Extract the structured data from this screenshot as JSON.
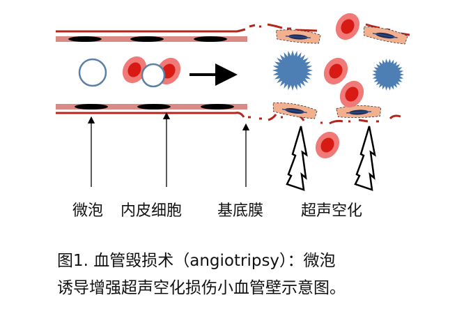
{
  "labels": {
    "microbubble": "微泡",
    "endothelial_cell": "内皮细胞",
    "basement_membrane": "基底膜",
    "cavitation": "超声空化"
  },
  "caption": {
    "line1": "图1. 血管毁损术（angiotripsy）：微泡",
    "line2": "诱导增强超声空化损伤小血管壁示意图。"
  },
  "colors": {
    "membrane": "#b3261e",
    "endothelium": "#d98a84",
    "bubble": "#5b80a8",
    "rbc_outer": "#f08080",
    "rbc_inner": "#d91a1a",
    "damaged_cell": "#f2b08f"
  }
}
